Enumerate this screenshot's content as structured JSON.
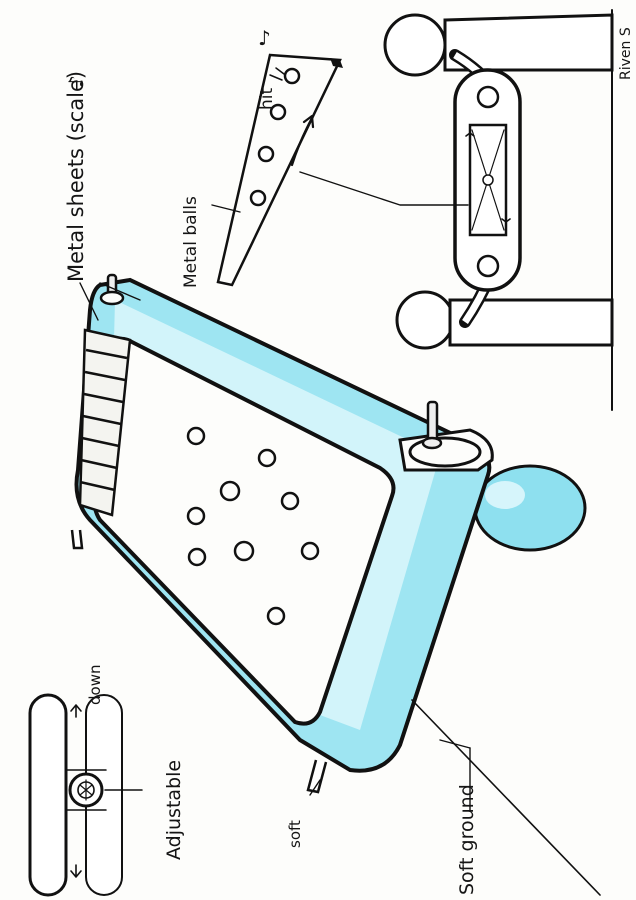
{
  "labels": {
    "metal_sheets": "Metal sheets (scale)",
    "metal_balls": "Metal balls",
    "hit": "hit",
    "adjustable": "Adjustable",
    "down": "down",
    "soft": "soft",
    "soft_ground": "Soft ground",
    "signature": "Riven S"
  },
  "colors": {
    "ink": "#111111",
    "frame_cyan": "#7fdcec",
    "frame_light": "#c9f1f8",
    "paper": "#fdfdfb"
  },
  "icons": [
    "music-note-icon",
    "wheel-icon",
    "arrow-icon"
  ]
}
